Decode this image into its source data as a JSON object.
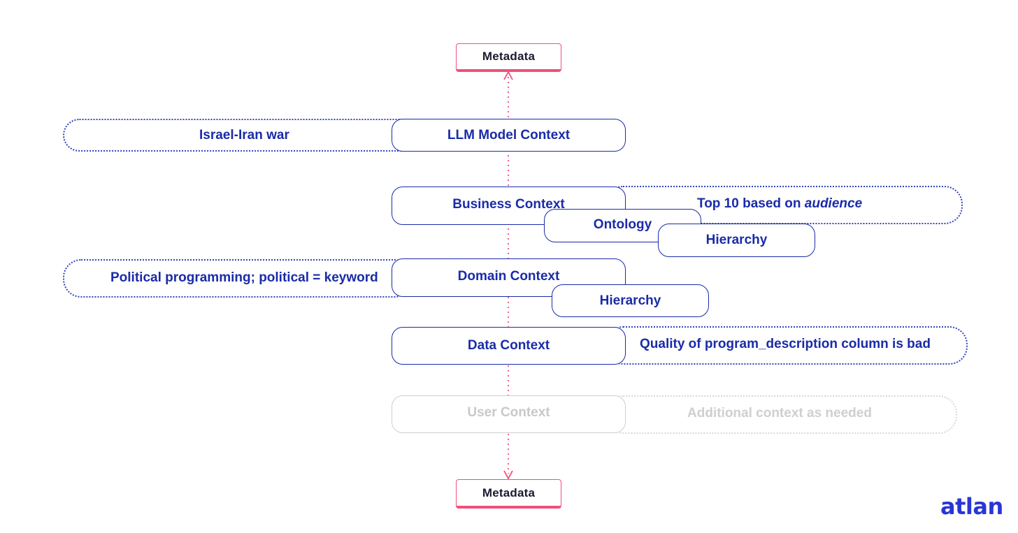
{
  "colors": {
    "accent_pink": "#f0507a",
    "primary_blue": "#1a2ba8",
    "muted_gray": "#c9c9c9",
    "logo_blue": "#2a35d6"
  },
  "metadata_top": "Metadata",
  "metadata_bottom": "Metadata",
  "llm_model_context": {
    "label": "LLM Model Context",
    "note": "Israel-Iran war"
  },
  "business_context": {
    "label": "Business Context",
    "note_prefix": "Top 10 based on ",
    "note_emphasis": "audience",
    "ontology": "Ontology",
    "hierarchy": "Hierarchy"
  },
  "domain_context": {
    "label": "Domain Context",
    "note": "Political programming; political = keyword",
    "hierarchy": "Hierarchy"
  },
  "data_context": {
    "label": "Data Context",
    "note": "Quality of program_description column is bad"
  },
  "user_context": {
    "label": "User Context",
    "note": "Additional context as needed"
  },
  "logo_text": "atlan"
}
